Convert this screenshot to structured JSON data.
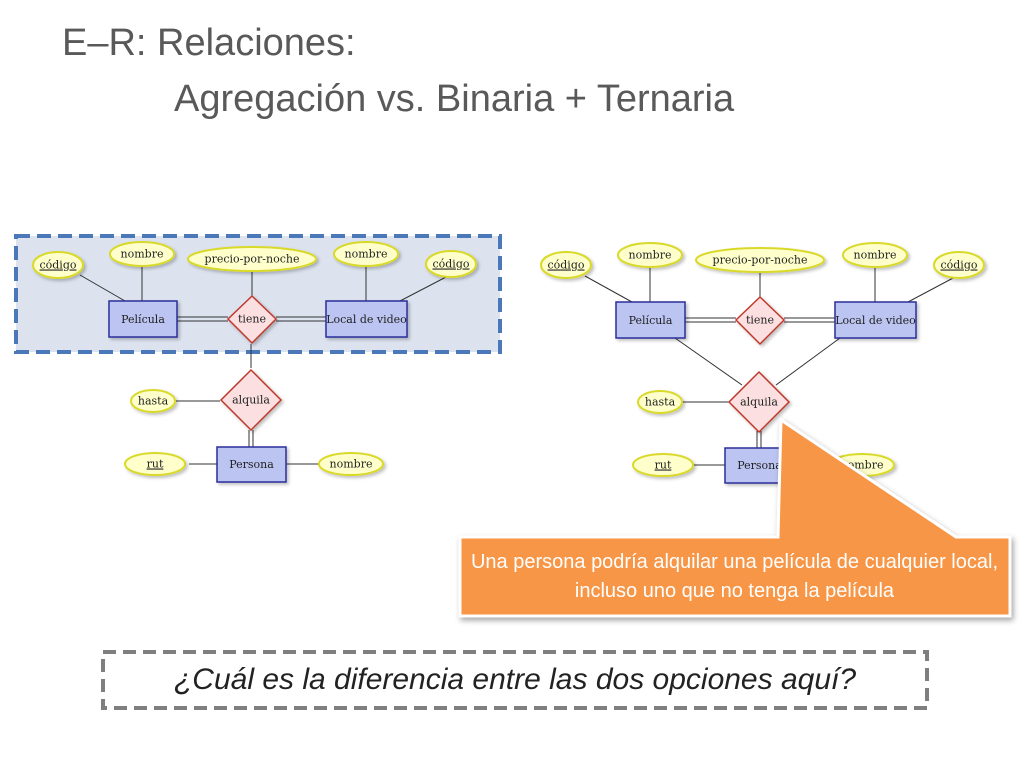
{
  "title": {
    "line1": "E–R: Relaciones:",
    "line2": "Agregación vs. Binaria + Ternaria"
  },
  "left_diagram": {
    "attr_codigo_pelicula": "código",
    "attr_nombre_pelicula": "nombre",
    "attr_precio": "precio-por-noche",
    "attr_nombre_local": "nombre",
    "attr_codigo_local": "código",
    "entity_pelicula": "Película",
    "relation_tiene": "tiene",
    "entity_local": "Local de video",
    "attr_hasta": "hasta",
    "relation_alquila": "alquila",
    "attr_rut": "rut",
    "entity_persona": "Persona",
    "attr_nombre_persona": "nombre"
  },
  "right_diagram": {
    "attr_codigo_pelicula": "código",
    "attr_nombre_pelicula": "nombre",
    "attr_precio": "precio-por-noche",
    "attr_nombre_local": "nombre",
    "attr_codigo_local": "código",
    "entity_pelicula": "Película",
    "relation_tiene": "tiene",
    "entity_local": "Local de video",
    "attr_hasta": "hasta",
    "relation_alquila": "alquila",
    "attr_rut": "rut",
    "entity_persona": "Persona",
    "attr_nombre_persona": "nombre"
  },
  "callout": {
    "text": "Una persona podría alquilar una película de cualquier local, incluso uno que no tenga la película"
  },
  "question": "¿Cuál es la diferencia entre las dos opciones aquí?",
  "colors": {
    "entity_fill": "#bcc4f2",
    "entity_stroke": "#2b2f99",
    "attribute_fill": "#ffffcc",
    "attribute_stroke": "#d9d92a",
    "relation_fill": "#fcdfe0",
    "relation_stroke": "#c0392b",
    "aggregation_fill": "#dce3ef",
    "aggregation_stroke": "#4a78b8",
    "callout_fill": "#f79646",
    "question_border": "#7f7f7f"
  }
}
